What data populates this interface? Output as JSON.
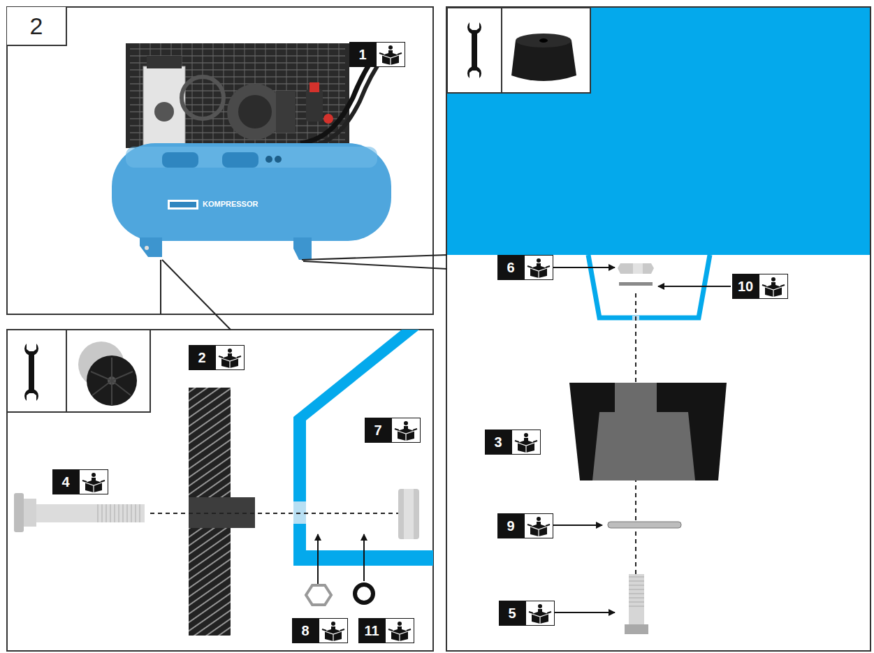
{
  "diagram": {
    "labels": [
      "2",
      "1",
      "KOMPRESSOR",
      "2",
      "4",
      "7",
      "8",
      "11",
      "6",
      "10",
      "3",
      "9",
      "5"
    ]
  }
}
